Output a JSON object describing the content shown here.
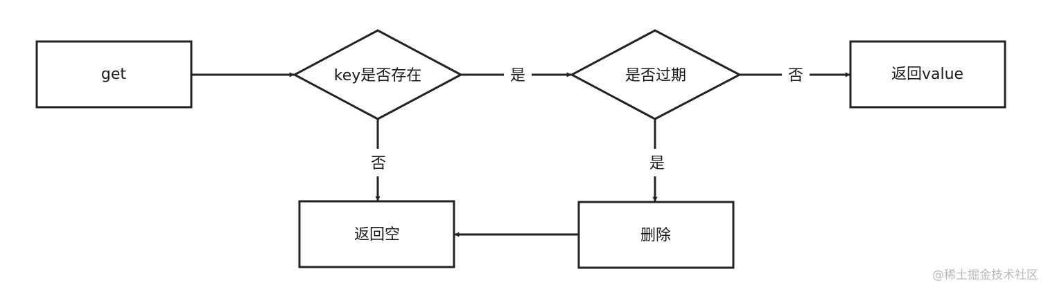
{
  "nodes": {
    "get": "get",
    "key_exists": "key是否存在",
    "expired": "是否过期",
    "return_value": "返回value",
    "return_empty": "返回空",
    "delete": "删除"
  },
  "edges": {
    "key_exists_yes": "是",
    "key_exists_no": "否",
    "expired_no": "否",
    "expired_yes": "是"
  },
  "watermark": "@稀土掘金技术社区"
}
